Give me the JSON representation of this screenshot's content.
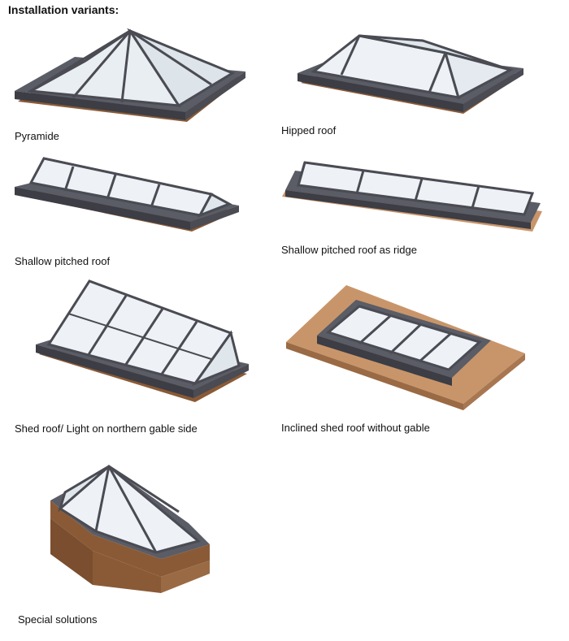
{
  "page": {
    "heading": "Installation variants:"
  },
  "variants": [
    {
      "id": "pyramide",
      "caption": "Pyramide"
    },
    {
      "id": "hipped-roof",
      "caption": "Hipped roof"
    },
    {
      "id": "shallow-pitched-roof",
      "caption": "Shallow pitched roof"
    },
    {
      "id": "shallow-pitched-roof-ridge",
      "caption": "Shallow pitched roof as ridge"
    },
    {
      "id": "shed-roof-northern-gable",
      "caption": "Shed roof/ Light on northern gable side"
    },
    {
      "id": "inclined-shed-roof",
      "caption": "Inclined shed roof without gable"
    },
    {
      "id": "special-solutions",
      "caption": "Special solutions"
    }
  ],
  "colors": {
    "frame": "#5a5c66",
    "frame_dark": "#3c3d45",
    "glass": "#e9eef3",
    "wood": "#8a5a36",
    "board": "#c8956a"
  }
}
